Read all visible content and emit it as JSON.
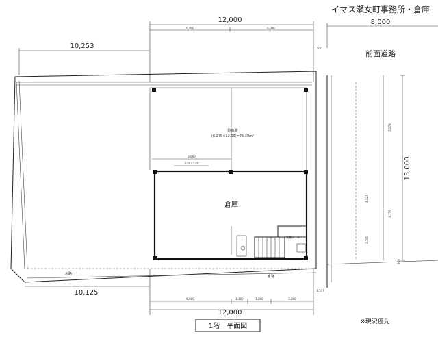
{
  "title": "イマス瀬女町事務所・倉庫",
  "road_label": "前面道路",
  "warehouse_label": "倉庫",
  "entrance_hall_label": "玄関ホール",
  "parking_label": "駐車場",
  "parking_area_note": "(6.275×12.00)=75.30m²",
  "waterway_label": "水路",
  "floor_plan_label": "1階　平面図",
  "note": "※現況優先",
  "dims": {
    "top_total": "12,000",
    "top_left": "6,000",
    "top_right": "6,000",
    "road_width": "8,000",
    "left_top": "10,253",
    "left_bottom": "10,125",
    "right_vertical": "13,000",
    "bottom_total": "12,000",
    "bottom_a": "6,500",
    "bottom_b": "1,100",
    "bottom_c": "1,500",
    "bottom_d": "2,500",
    "bottom_right_small": "1,537",
    "warehouse_top": "3,600",
    "warehouse_box": "3.60×2.60",
    "gap_1500": "1,500",
    "road_e1": "5,273",
    "road_e2": "4,123",
    "road_e3": "2,500",
    "road_e4": "4,770",
    "road_e5": "960"
  }
}
